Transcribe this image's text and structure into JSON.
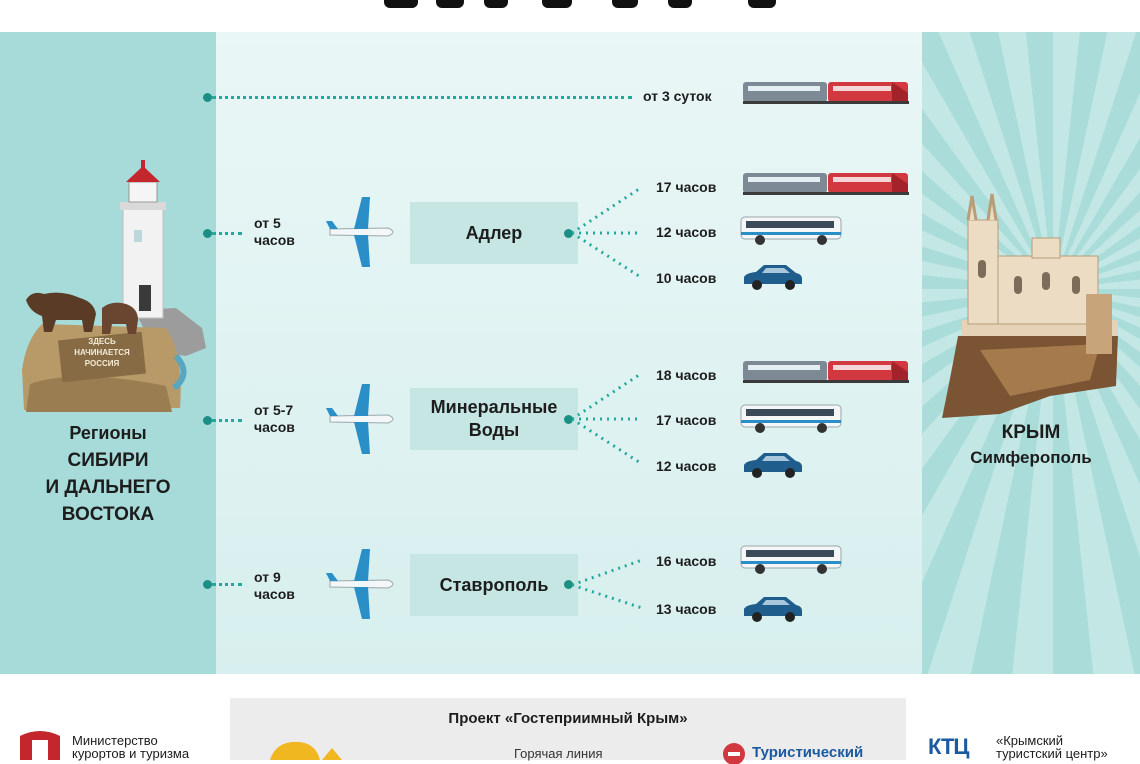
{
  "left_region": {
    "line1": "Регионы",
    "line2": "СИБИРИ",
    "line3": "И ДАЛЬНЕГО",
    "line4": "ВОСТОКА"
  },
  "right_region": {
    "line1": "КРЫМ",
    "line2": "Симферополь"
  },
  "sign": {
    "line1": "ЗДЕСЬ",
    "line2": "НАЧИНАЕТСЯ",
    "line3": "РОССИЯ"
  },
  "direct_train": {
    "label": "от 3 суток"
  },
  "routes": [
    {
      "flight_line1": "от 5",
      "flight_line2": "часов",
      "hub": "Адлер",
      "legs": [
        {
          "time": "17 часов",
          "mode": "train"
        },
        {
          "time": "12 часов",
          "mode": "bus"
        },
        {
          "time": "10 часов",
          "mode": "car"
        }
      ]
    },
    {
      "flight_line1": "от 5-7",
      "flight_line2": "часов",
      "hub_line1": "Минеральные",
      "hub_line2": "Воды",
      "legs": [
        {
          "time": "18 часов",
          "mode": "train"
        },
        {
          "time": "17 часов",
          "mode": "bus"
        },
        {
          "time": "12 часов",
          "mode": "car"
        }
      ]
    },
    {
      "flight_line1": "от 9",
      "flight_line2": "часов",
      "hub": "Ставрополь",
      "legs": [
        {
          "time": "16 часов",
          "mode": "bus"
        },
        {
          "time": "13 часов",
          "mode": "car"
        }
      ]
    }
  ],
  "footer": {
    "ministry_line1": "Министерство",
    "ministry_line2": "курортов и туризма",
    "project_title": "Проект «Гостеприимный Крым»",
    "hotline": "Горячая линия",
    "tourist_button": "Туристический",
    "ktc_logo": "КТЦ",
    "ktc_line1": "«Крымский",
    "ktc_line2": "туристский центр»"
  },
  "colors": {
    "accent": "#1b8f84",
    "panel": "#a7dbd9",
    "hub": "#c5e6e3",
    "train_red": "#d2383f",
    "car_blue": "#1f5d8c"
  },
  "icons": [
    "airplane-icon",
    "train-icon",
    "bus-icon",
    "car-icon",
    "lighthouse-icon",
    "bear-icon",
    "castle-icon"
  ]
}
